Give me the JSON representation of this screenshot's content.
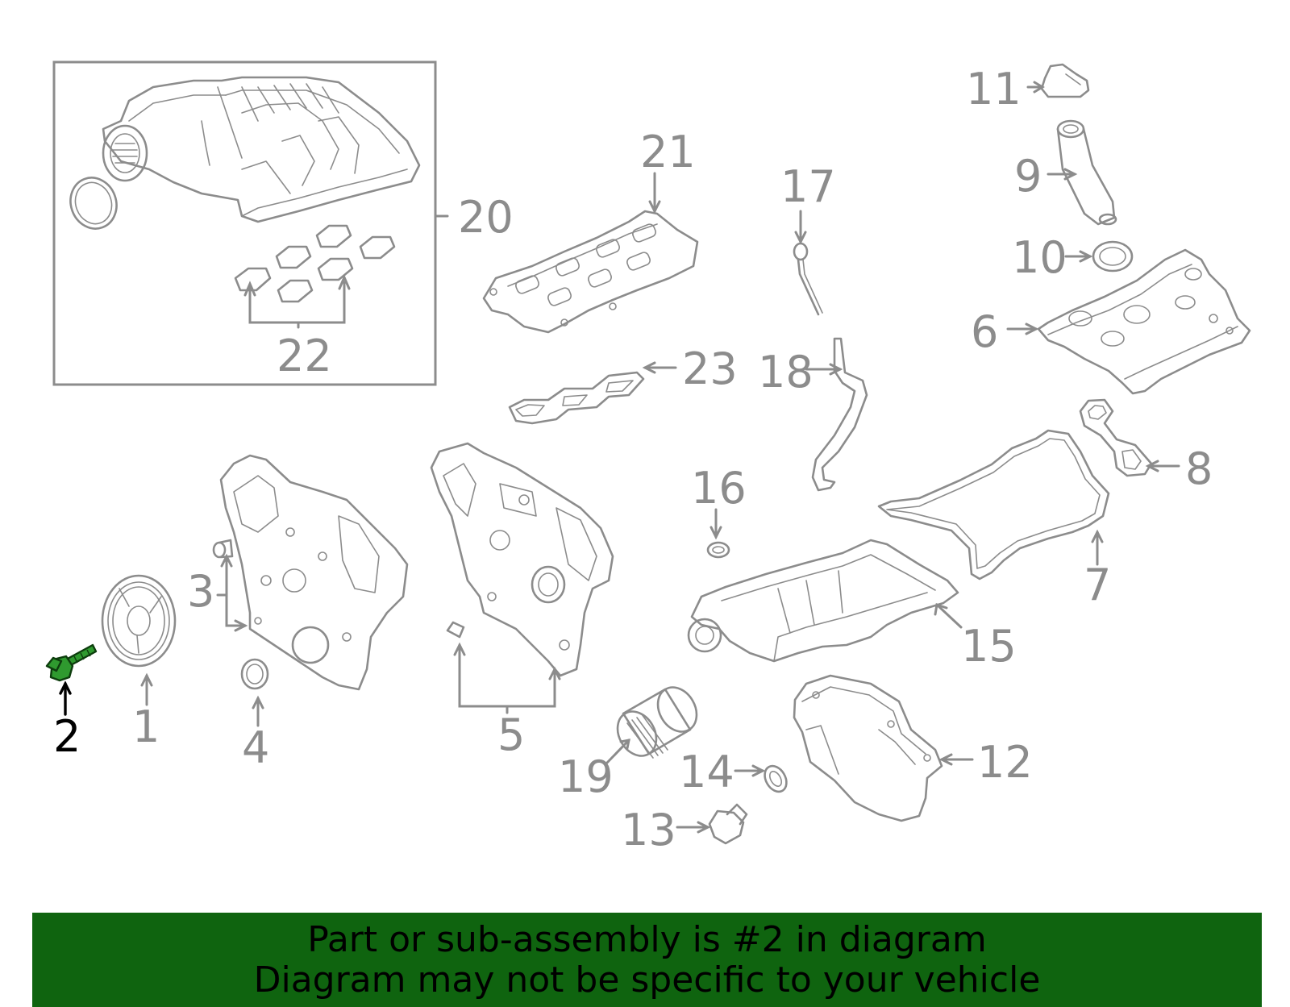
{
  "diagram": {
    "highlight_color": "#2f9a2f",
    "line_color": "#8c8c8c",
    "highlighted_part": "2",
    "callouts": [
      "1",
      "2",
      "3",
      "4",
      "5",
      "6",
      "7",
      "8",
      "9",
      "10",
      "11",
      "12",
      "13",
      "14",
      "15",
      "16",
      "17",
      "18",
      "19",
      "20",
      "21",
      "22",
      "23"
    ]
  },
  "banner": {
    "background": "#0f640f",
    "line1": "Part or sub-assembly is #2 in diagram",
    "line2": "Diagram may not be specific to your vehicle"
  }
}
